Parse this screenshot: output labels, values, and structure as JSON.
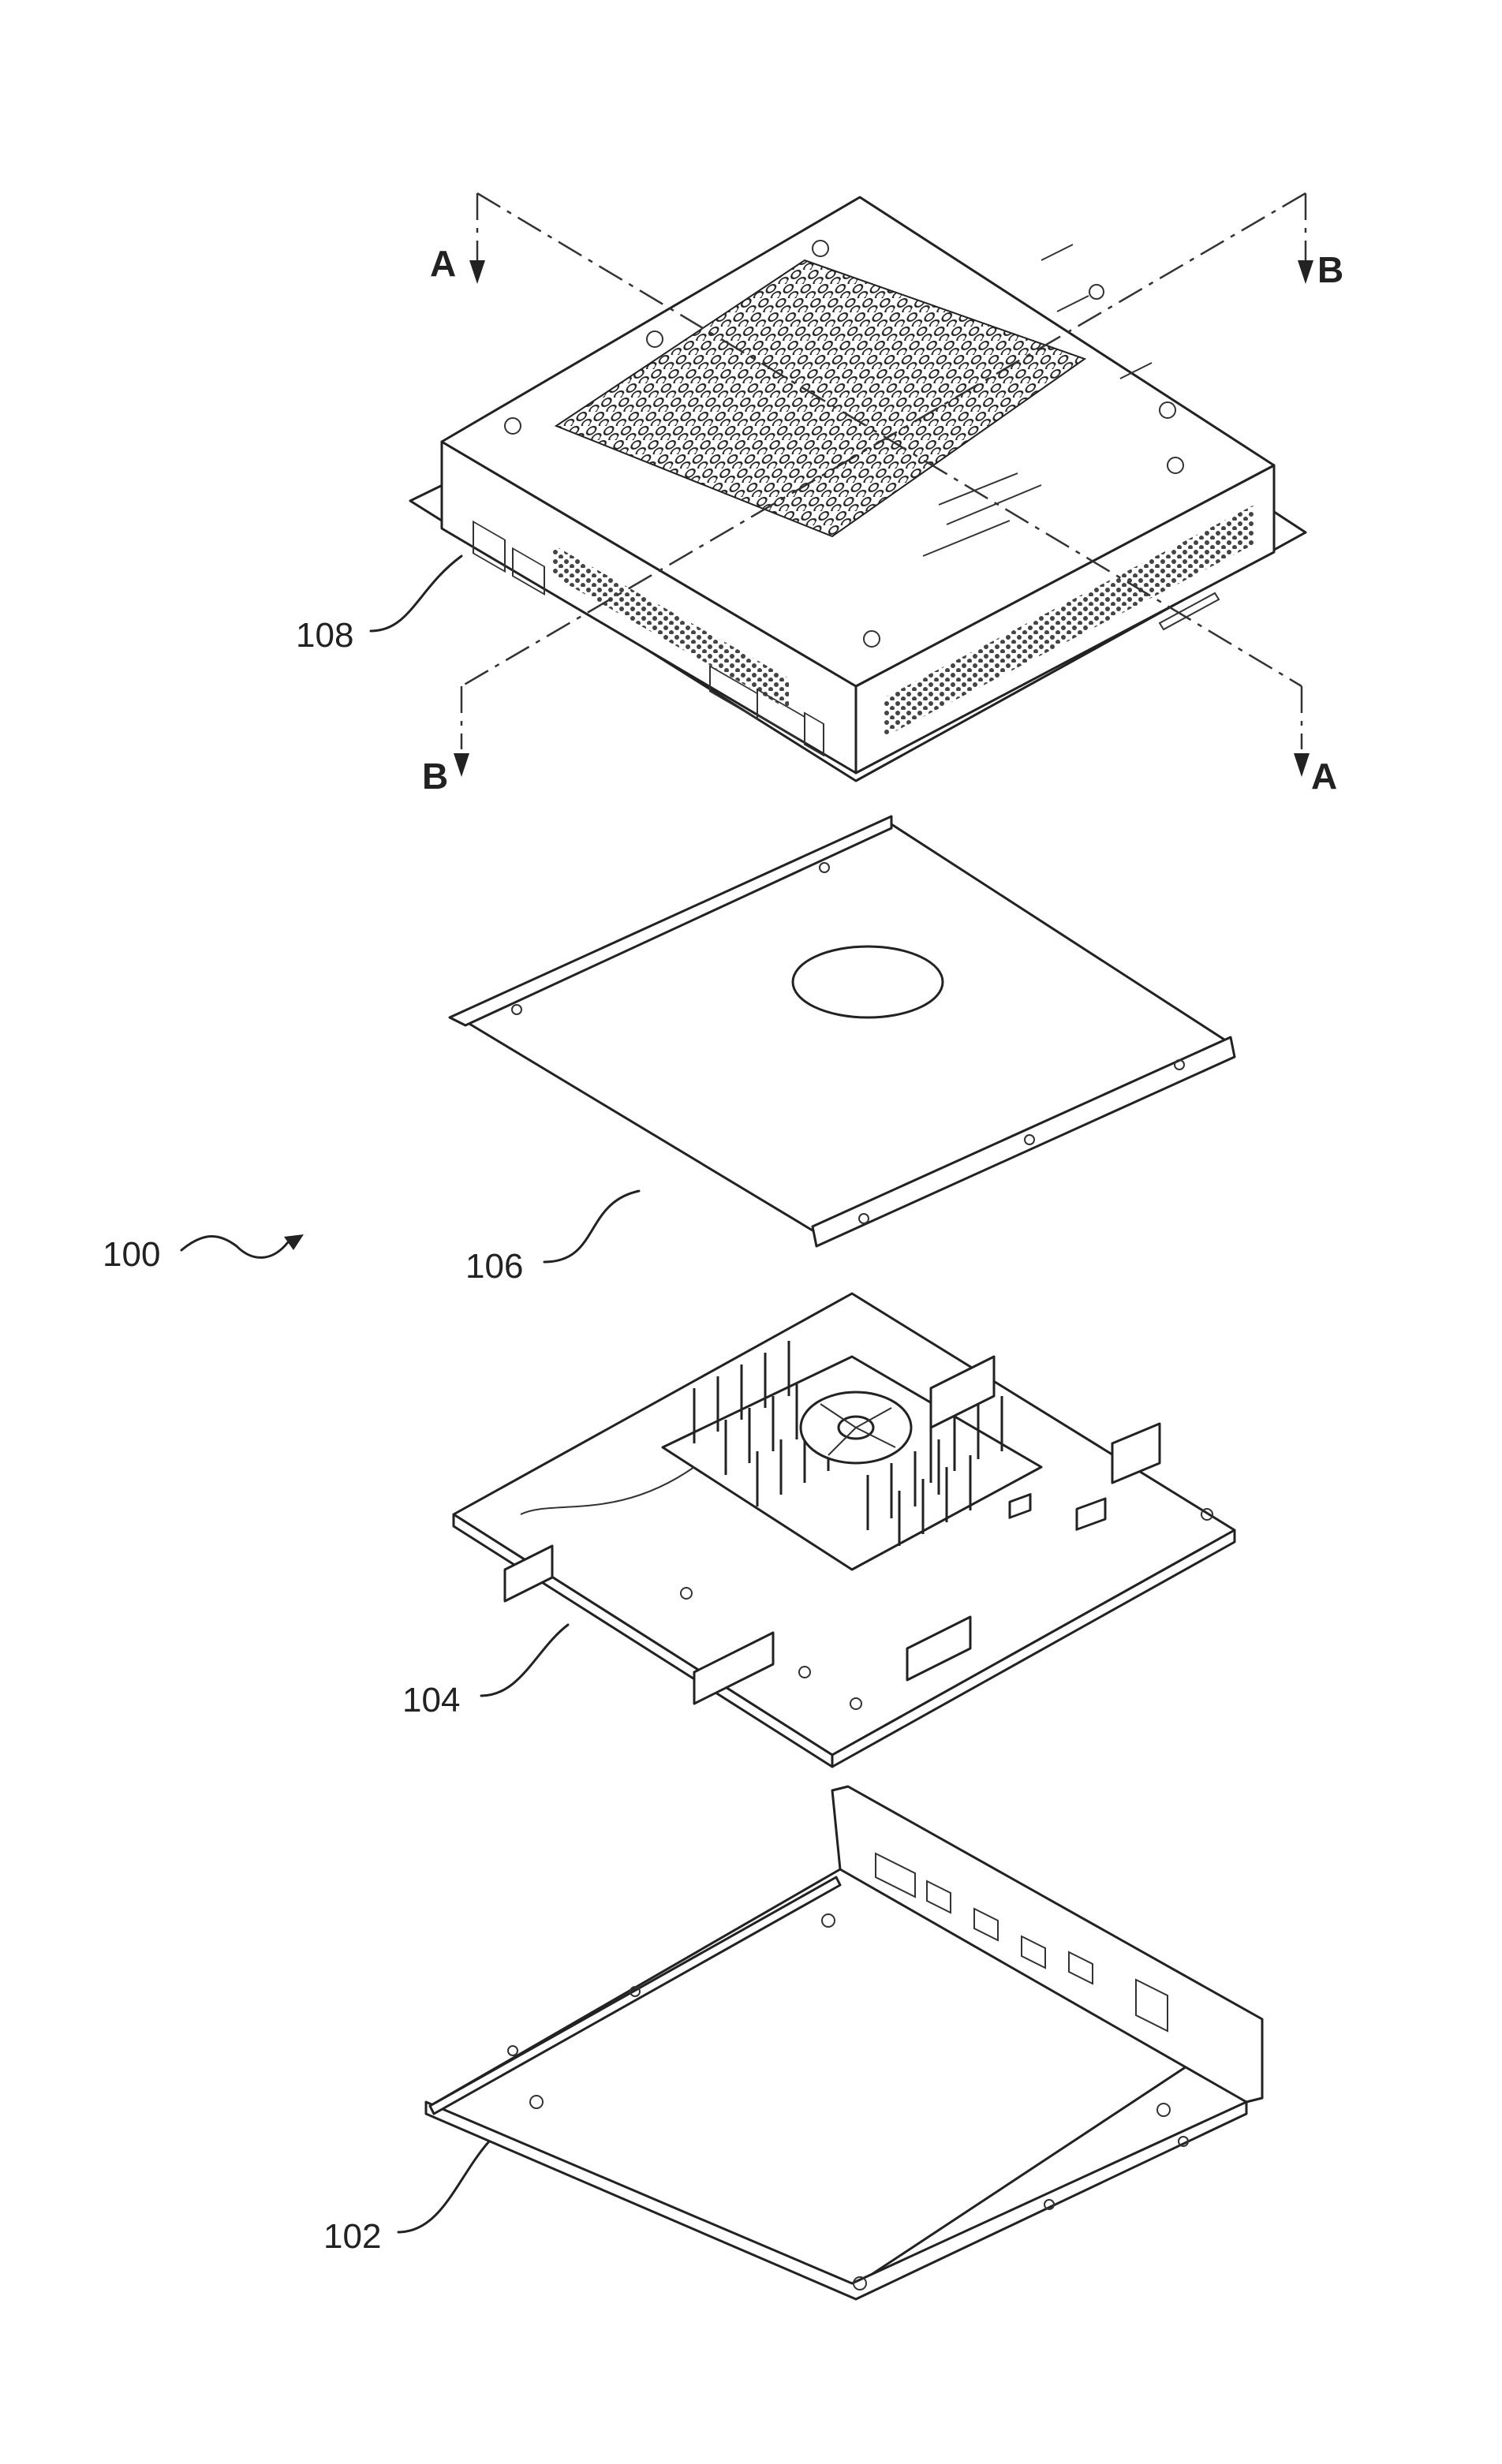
{
  "figure": {
    "labels": {
      "assembly": "100",
      "bottom_chassis": "102",
      "board": "104",
      "plate": "106",
      "top_cover": "108"
    },
    "section_marks": {
      "a_top": "A",
      "b_top": "B",
      "b_bottom": "B",
      "a_bottom": "A"
    }
  }
}
